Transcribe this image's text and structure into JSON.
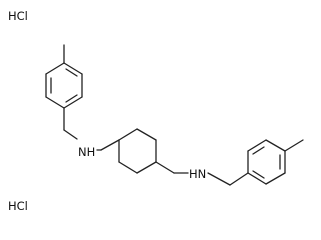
{
  "molecule": {
    "salt_labels": [
      "HCl",
      "HCl"
    ],
    "amine_labels": [
      "NH",
      "HN"
    ]
  },
  "colors": {
    "bond": "#222222",
    "text": "#111111",
    "background": "#ffffff"
  }
}
